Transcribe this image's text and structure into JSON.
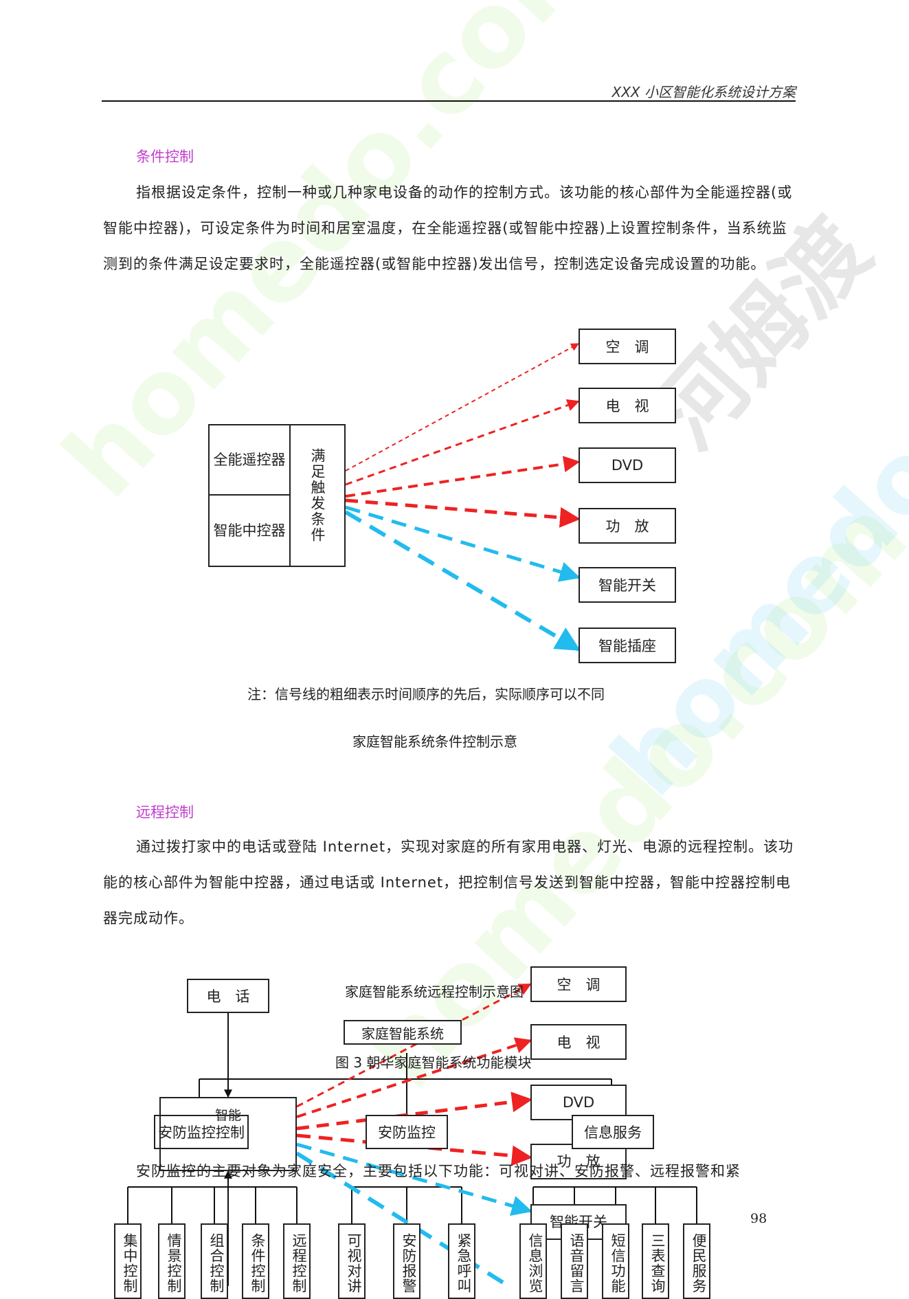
{
  "header": {
    "title": "XXX 小区智能化系统设计方案"
  },
  "section1": {
    "title": "条件控制",
    "paragraph": "指根据设定条件，控制一种或几种家电设备的动作的控制方式。该功能的核心部件为全能遥控器(或智能中控器)，可设定条件为时间和居室温度，在全能遥控器(或智能中控器)上设置控制条件，当系统监测到的条件满足设定要求时，全能遥控器(或智能中控器)发出信号，控制选定设备完成设置的功能。"
  },
  "diagram1": {
    "left_box_top": "全能遥控器",
    "left_box_bottom": "智能中控器",
    "condition_box": "满足触发条件",
    "targets": [
      "空　调",
      "电　视",
      "DVD",
      "功　放",
      "智能开关",
      "智能插座"
    ],
    "note": "注：信号线的粗细表示时间顺序的先后，实际顺序可以不同",
    "caption": "家庭智能系统条件控制示意"
  },
  "section2": {
    "title": "远程控制",
    "paragraph": "通过拨打家中的电话或登陆 Internet，实现对家庭的所有家用电器、灯光、电源的远程控制。该功能的核心部件为智能中控器，通过电话或 Internet，把控制信号发送到智能中控器，智能中控器控制电器完成动作。"
  },
  "diagram2": {
    "phone": "电　话",
    "caption": "家庭智能系统远程控制示意图",
    "controller": "智能",
    "targets": [
      "空　调",
      "电　视",
      "DVD",
      "功　放",
      "智能开关"
    ]
  },
  "overlay": {
    "system_box": "家庭智能系统",
    "figure_caption": "图 3 朝华家庭智能系统功能模块",
    "modules": [
      "安防监控",
      "信息服务"
    ],
    "overlap_label": "安防监控控制",
    "security_text": "安防监控的主要对象为家庭安全，主要包括以下功能：可视对讲、安防报警、远程报警和紧",
    "leaf_boxes": [
      "集中控制",
      "情景控制",
      "组合控制",
      "条件控制",
      "远程控制",
      "可视对讲",
      "安防报警",
      "紧急呼叫",
      "信息浏览",
      "语音留言",
      "短信功能",
      "三表查询",
      "便民服务"
    ]
  },
  "page_number": "98"
}
